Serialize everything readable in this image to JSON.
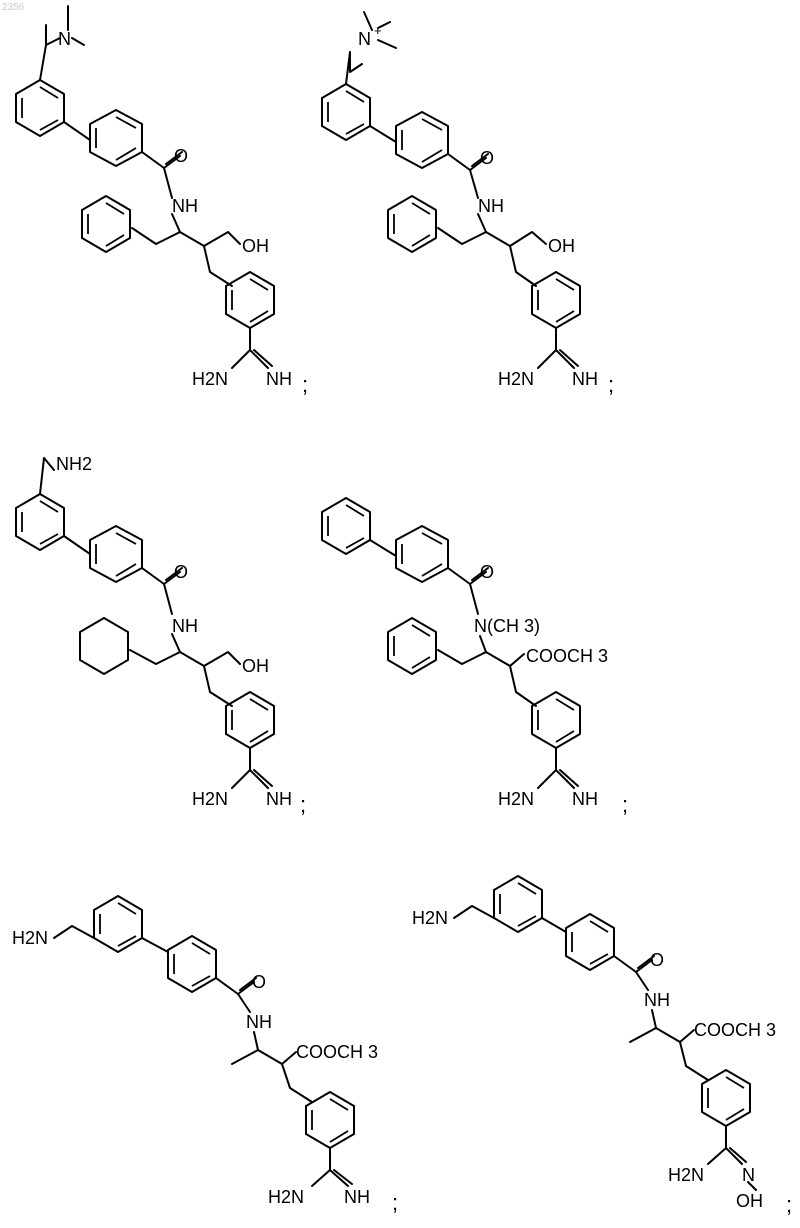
{
  "page_id": "2356",
  "structures": [
    {
      "amine_label": "N",
      "nh_label": "NH",
      "oh_label": "OH",
      "amidine_left": "H2N",
      "amidine_right": "NH",
      "separator": ";"
    },
    {
      "amine_label": "N",
      "charge": "+",
      "nh_label": "NH",
      "oh_label": "OH",
      "amidine_left": "H2N",
      "amidine_right": "NH",
      "separator": ";"
    },
    {
      "amine_label": "NH2",
      "nh_label": "NH",
      "oh_label": "OH",
      "amidine_left": "H2N",
      "amidine_right": "NH",
      "separator": ";"
    },
    {
      "n_label": "N(CH 3)",
      "ester_label": "COOCH 3",
      "amidine_left": "H2N",
      "amidine_right": "NH",
      "separator": ";"
    },
    {
      "amine_label": "H2N",
      "nh_label": "NH",
      "ester_label": "COOCH 3",
      "amidine_left": "H2N",
      "amidine_right": "NH",
      "separator": ";"
    },
    {
      "amine_label": "H2N",
      "nh_label": "NH",
      "ester_label": "COOCH 3",
      "amidine_left": "H2N",
      "amidine_right": "N",
      "oxime_label": "OH",
      "separator": ";"
    }
  ]
}
